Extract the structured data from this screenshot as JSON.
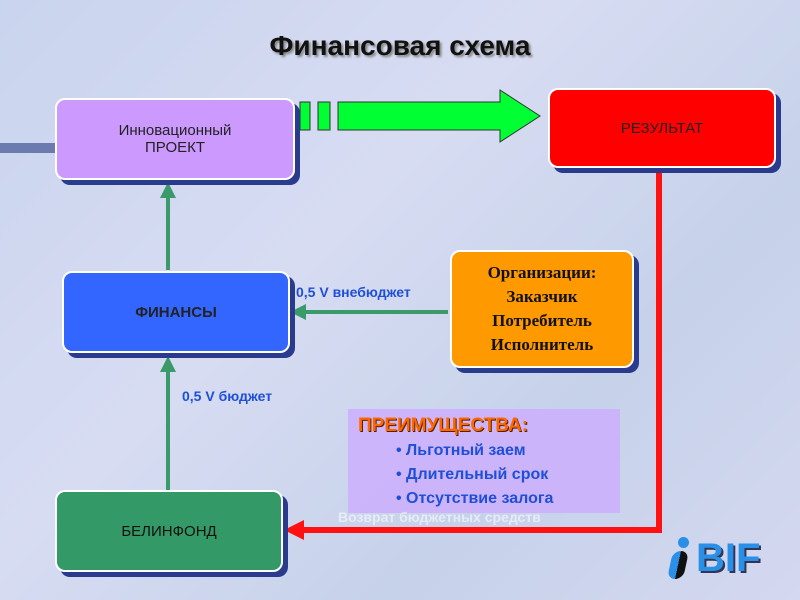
{
  "title": "Финансовая схема",
  "boxes": {
    "project": "Инновационный ПРОЕКТ",
    "result": "РЕЗУЛЬТАТ",
    "finance": "ФИНАНСЫ",
    "belinfond": "БЕЛИНФОНД",
    "orgs": {
      "heading": "Организации:",
      "items": [
        "Заказчик",
        "Потребитель",
        "Исполнитель"
      ]
    }
  },
  "labels": {
    "extrabudget": "0,5 V внебюджет",
    "budget": "0,5 V бюджет",
    "return": "Возврат бюджетных средств"
  },
  "advantages": {
    "heading": "ПРЕИМУЩЕСТВА:",
    "items": [
      "Льготный заем",
      "Длительный срок",
      "Отсутствие залога"
    ]
  },
  "logo": "BIF",
  "colors": {
    "project": "#cc99ff",
    "result": "#ff0000",
    "finance": "#3366ff",
    "belinfond": "#339966",
    "orgs": "#ff9900"
  }
}
